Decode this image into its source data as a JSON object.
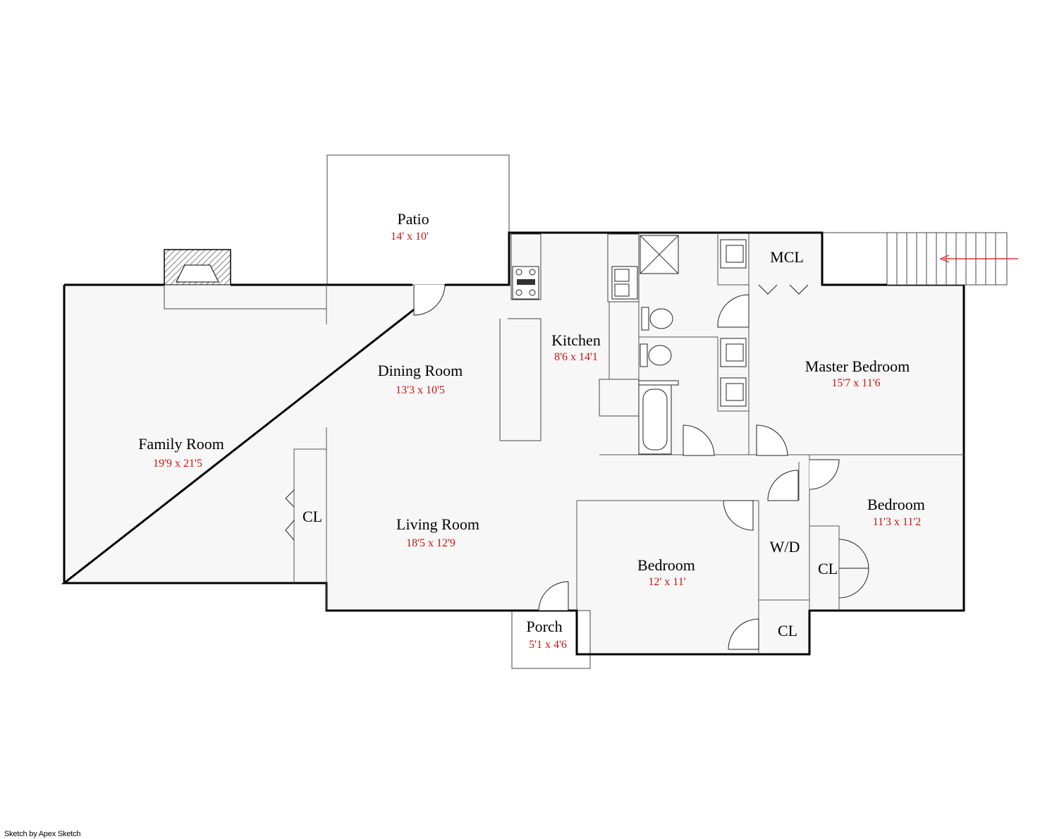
{
  "rooms": {
    "patio": {
      "name": "Patio",
      "dims": "14' x 10'"
    },
    "dining_room": {
      "name": "Dining Room",
      "dims": "13'3 x 10'5"
    },
    "kitchen": {
      "name": "Kitchen",
      "dims": "8'6 x 14'1"
    },
    "family_room": {
      "name": "Family Room",
      "dims": "19'9 x 21'5"
    },
    "living_room": {
      "name": "Living Room",
      "dims": "18'5 x 12'9"
    },
    "master_bedroom": {
      "name": "Master Bedroom",
      "dims": "15'7 x 11'6"
    },
    "bedroom_right": {
      "name": "Bedroom",
      "dims": "11'3 x 11'2"
    },
    "bedroom_center": {
      "name": "Bedroom",
      "dims": "12' x 11'"
    },
    "porch": {
      "name": "Porch",
      "dims": "5'1 x 4'6"
    }
  },
  "labels": {
    "mcl": "MCL",
    "cl_family": "CL",
    "cl_bedroom_right": "CL",
    "cl_bedroom_center": "CL",
    "wd": "W/D"
  },
  "credit": "Sketch by Apex Sketch",
  "colors": {
    "dims": "#cc1111",
    "entry_arrow": "#d01010"
  }
}
